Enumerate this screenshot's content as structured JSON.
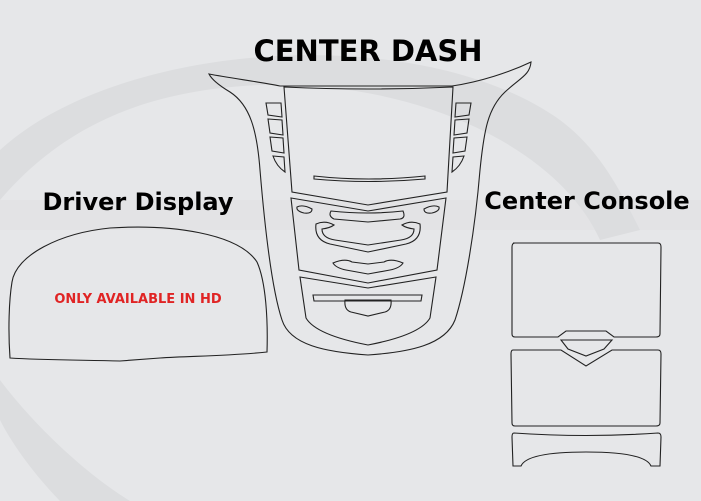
{
  "titles": {
    "center_dash": "CENTER DASH",
    "driver_display": "Driver Display",
    "center_console": "Center Console"
  },
  "notes": {
    "driver_display_note": "ONLY AVAILABLE IN HD"
  },
  "colors": {
    "background": "#e6e7e9",
    "note": "#e02424",
    "outline": "#222222"
  }
}
